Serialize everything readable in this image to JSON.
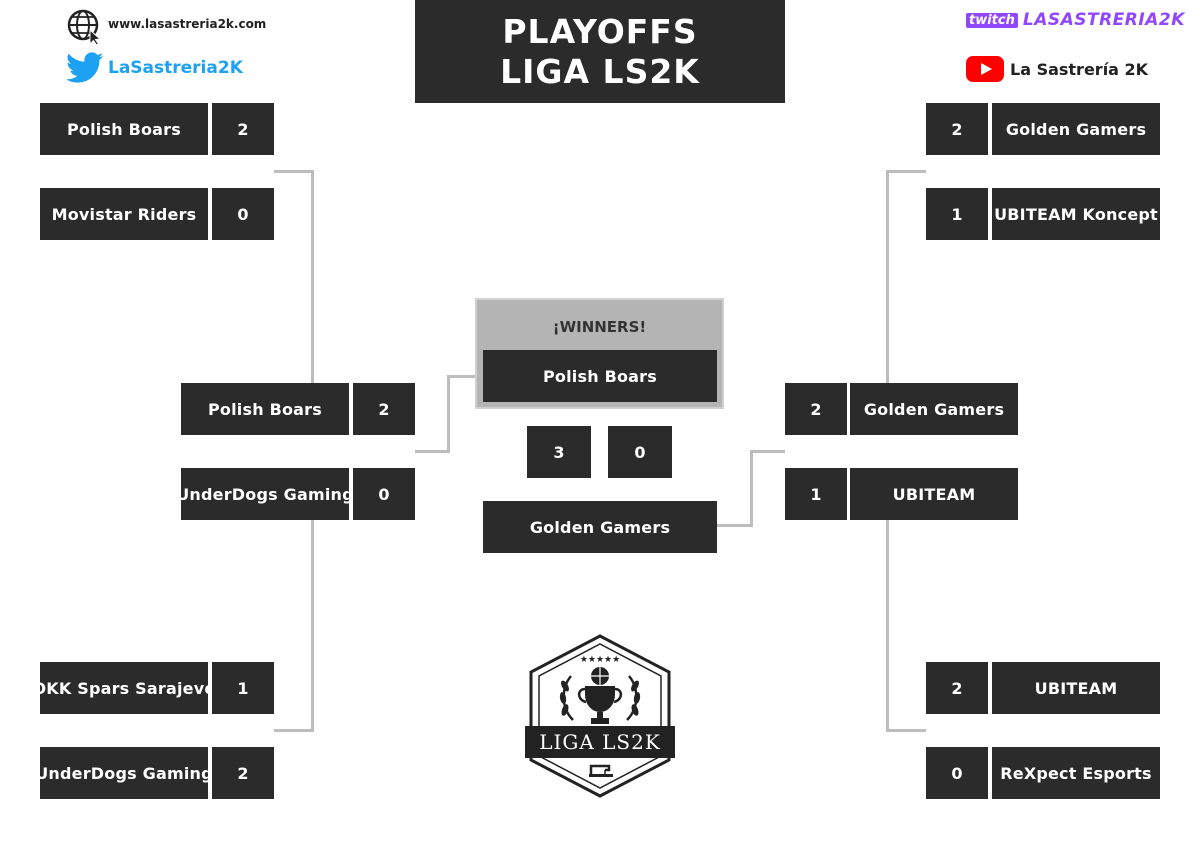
{
  "title": {
    "line1": "PLAYOFFS",
    "line2": "LIGA LS2K"
  },
  "social": {
    "website": "www.lasastreria2k.com",
    "twitter": "LaSastreria2K",
    "twitch_brand": "twitch",
    "twitch_name": "LASASTRERIA2K",
    "youtube": "La Sastrería 2K"
  },
  "colors": {
    "box": "#2b2b2b",
    "connector": "#bdbdbd",
    "winners_panel": "#b4b4b4",
    "twitter": "#1da1f2",
    "twitch": "#9146ff",
    "youtube": "#ff0000"
  },
  "left_round1": [
    {
      "team": "Polish Boars",
      "score": "2"
    },
    {
      "team": "Movistar Riders",
      "score": "0"
    },
    {
      "team": "OKK Spars Sarajevo",
      "score": "1"
    },
    {
      "team": "UnderDogs Gaming",
      "score": "2"
    }
  ],
  "left_semi": [
    {
      "team": "Polish Boars",
      "score": "2"
    },
    {
      "team": "UnderDogs Gaming",
      "score": "0"
    }
  ],
  "right_round1": [
    {
      "team": "Golden Gamers",
      "score": "2"
    },
    {
      "team": "UBITEAM Koncept",
      "score": "1"
    },
    {
      "team": "UBITEAM",
      "score": "2"
    },
    {
      "team": "ReXpect Esports",
      "score": "0"
    }
  ],
  "right_semi": [
    {
      "team": "Golden Gamers",
      "score": "2"
    },
    {
      "team": "UBITEAM",
      "score": "1"
    }
  ],
  "final": {
    "winners_label": "¡WINNERS!",
    "champion": "Polish Boars",
    "score_left": "3",
    "score_right": "0",
    "runner_up": "Golden Gamers"
  },
  "logo": {
    "text": "LIGA LS2K",
    "icon": "trophy-basketball-icon"
  }
}
